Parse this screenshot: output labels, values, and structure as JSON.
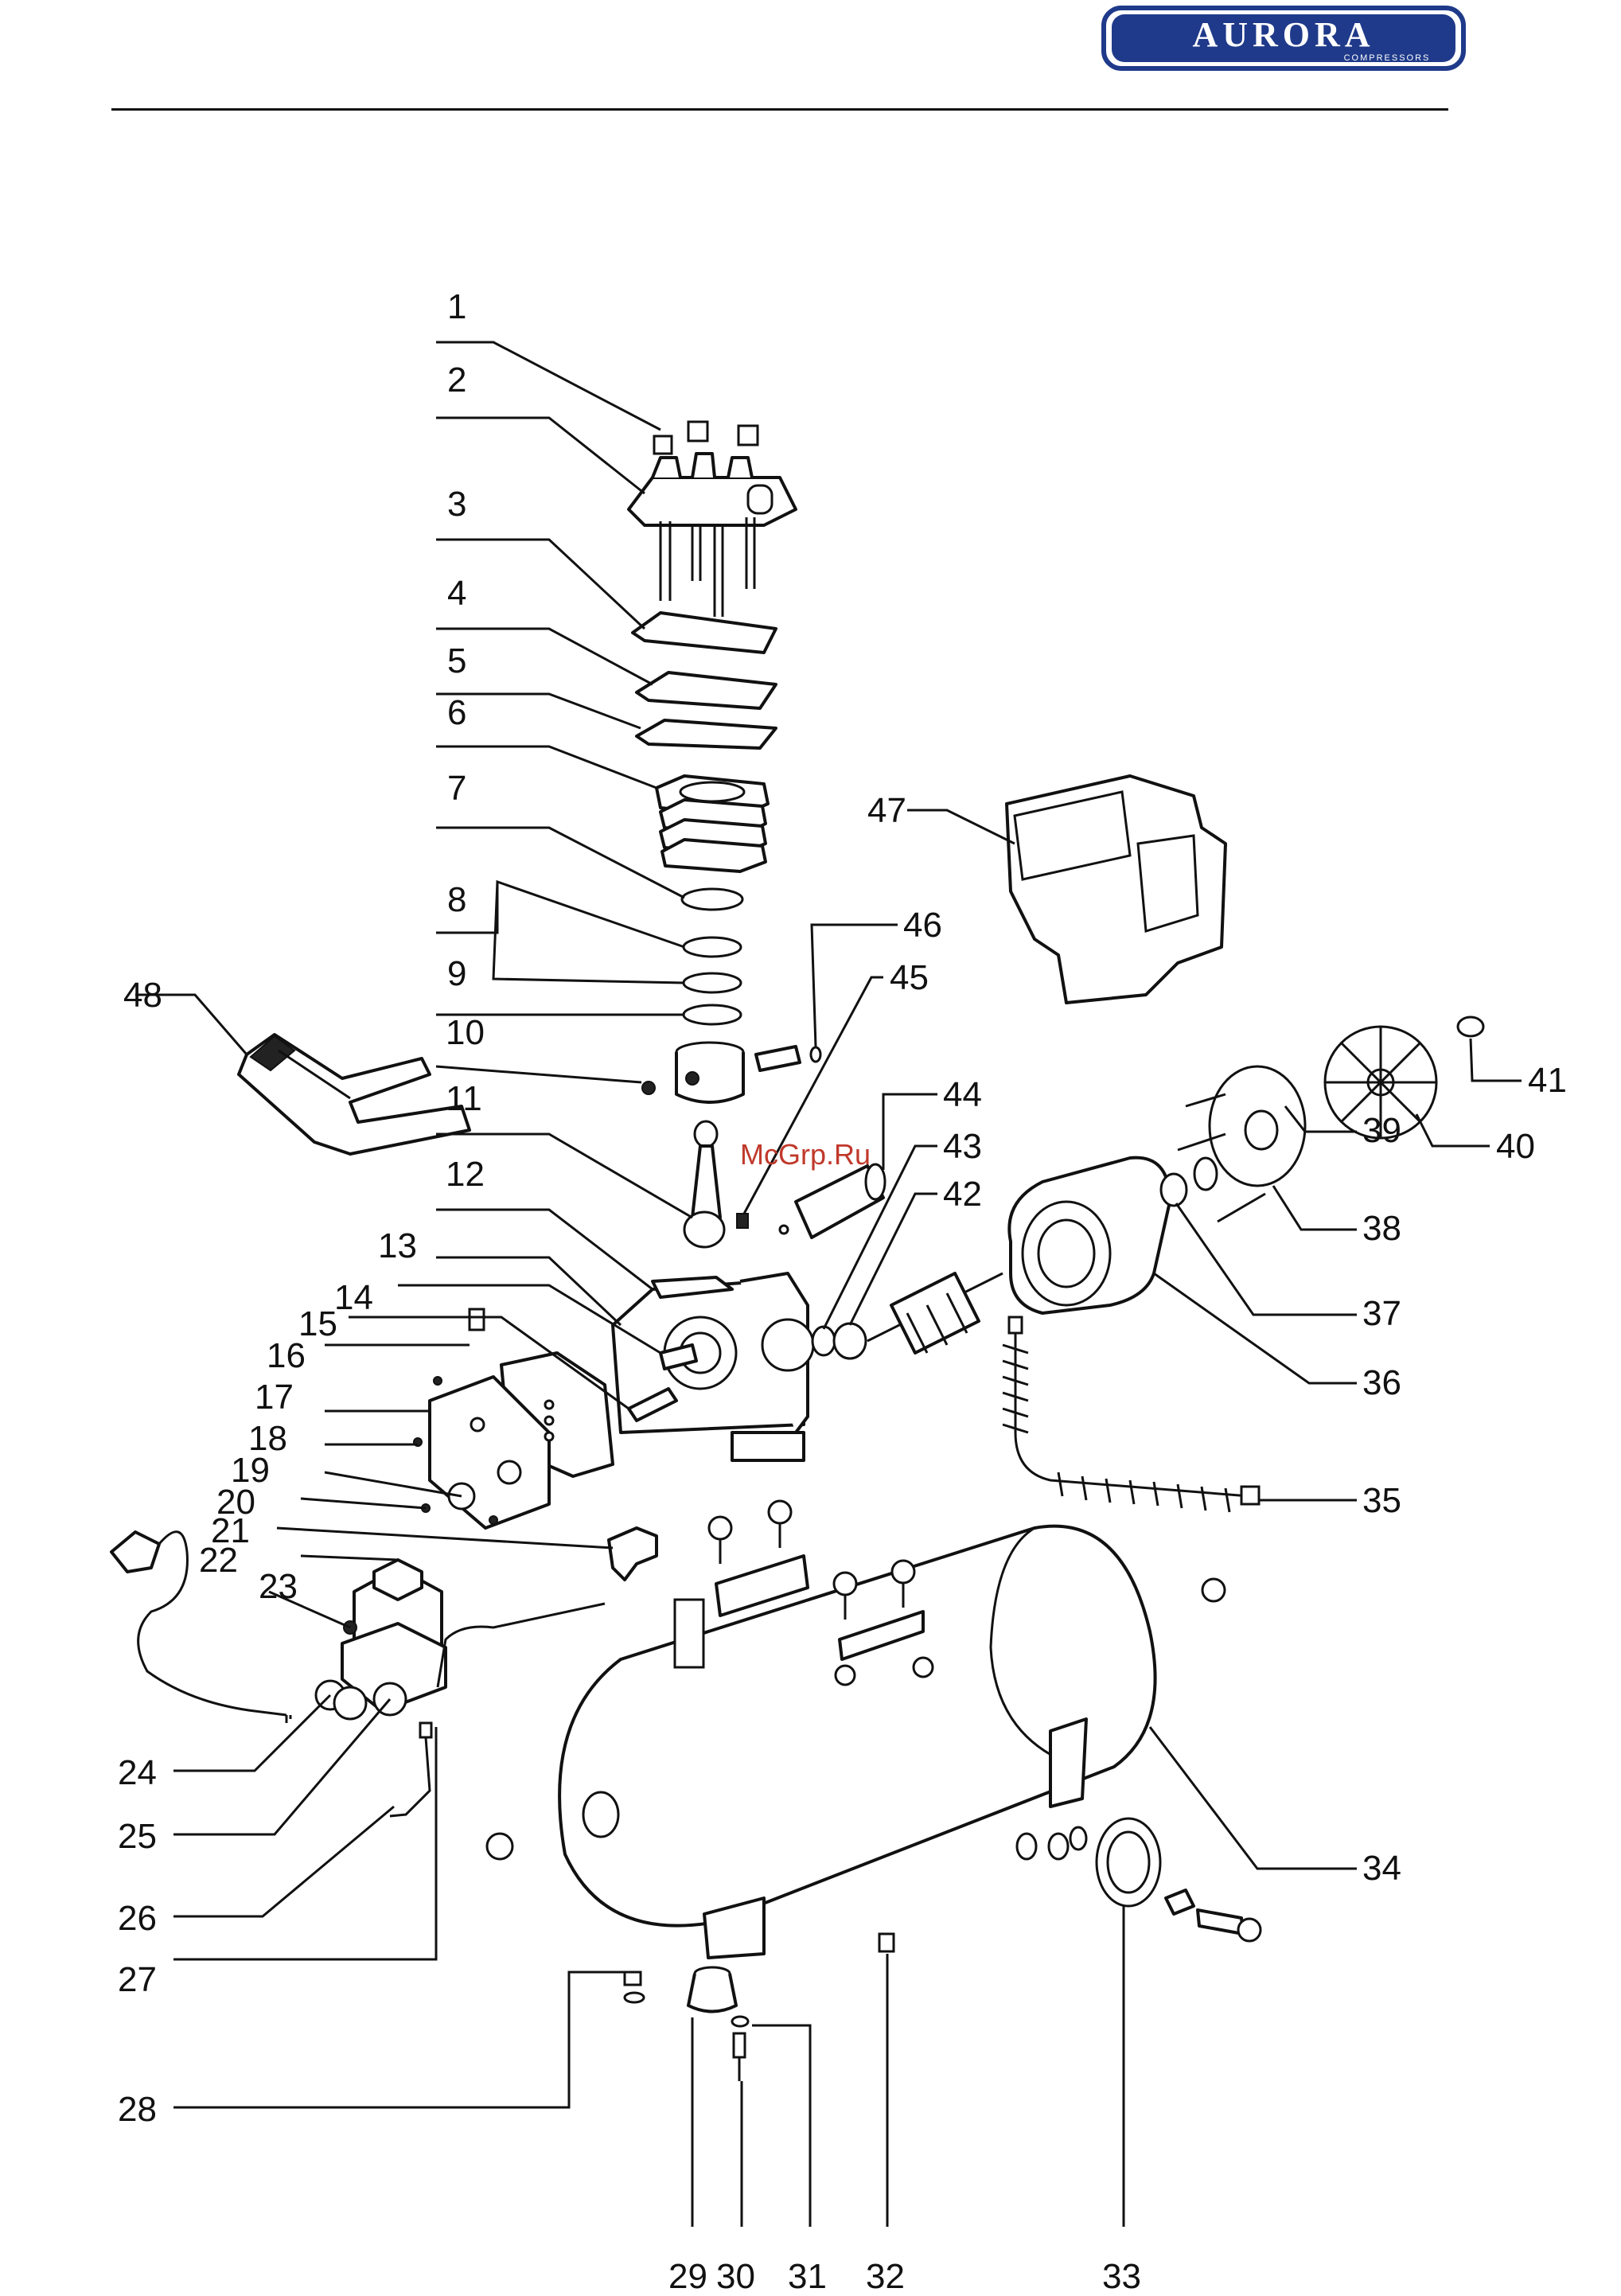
{
  "logo": {
    "brand": "AURORA",
    "tagline": "COMPRESSORS",
    "color": "#1f3a8a"
  },
  "watermark": "McGrp.Ru",
  "callouts": [
    "1",
    "2",
    "3",
    "4",
    "5",
    "6",
    "7",
    "8",
    "9",
    "10",
    "11",
    "12",
    "13",
    "14",
    "15",
    "16",
    "17",
    "18",
    "19",
    "20",
    "21",
    "22",
    "23",
    "24",
    "25",
    "26",
    "27",
    "28",
    "29",
    "30",
    "31",
    "32",
    "33",
    "34",
    "35",
    "36",
    "37",
    "38",
    "39",
    "40",
    "41",
    "42",
    "43",
    "44",
    "45",
    "46",
    "47",
    "48"
  ]
}
